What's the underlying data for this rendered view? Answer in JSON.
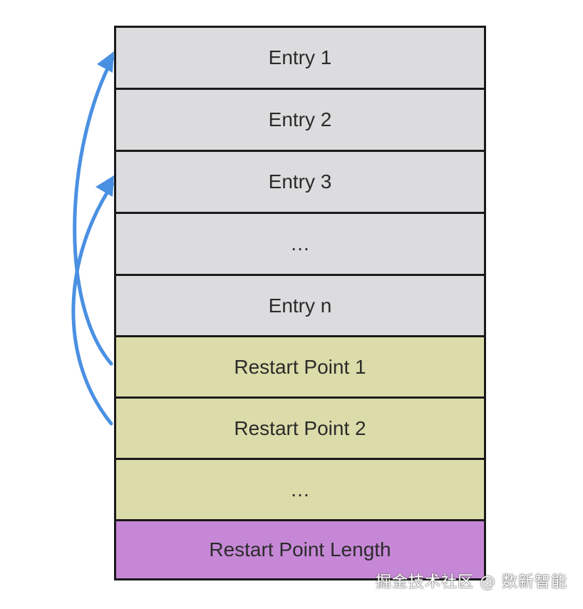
{
  "rows": [
    {
      "label": "Entry 1",
      "kind": "entry"
    },
    {
      "label": "Entry 2",
      "kind": "entry"
    },
    {
      "label": "Entry 3",
      "kind": "entry"
    },
    {
      "label": "…",
      "kind": "entry"
    },
    {
      "label": "Entry n",
      "kind": "entry"
    },
    {
      "label": "Restart Point 1",
      "kind": "restart"
    },
    {
      "label": "Restart Point 2",
      "kind": "restart"
    },
    {
      "label": "…",
      "kind": "restart"
    },
    {
      "label": "Restart Point Length",
      "kind": "length"
    }
  ],
  "colors": {
    "entry": "#dcdcde",
    "restart": "#dcdcaa",
    "length": "#c688d6",
    "arrow": "#4a90e2",
    "border": "#1a1a1a"
  },
  "watermark": "掘金技术社区 @ 数新智能"
}
